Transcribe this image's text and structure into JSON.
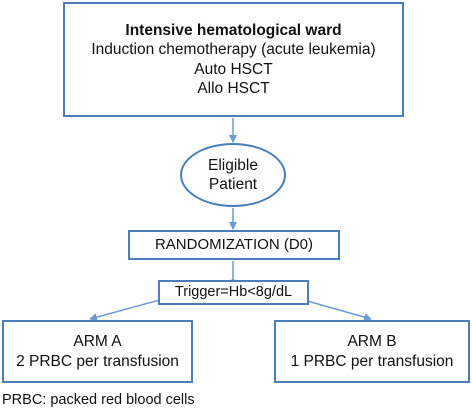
{
  "diagram": {
    "ward_box": {
      "title": "Intensive hematological ward",
      "lines": [
        "Induction chemotherapy (acute leukemia)",
        "Auto HSCT",
        "Allo HSCT"
      ]
    },
    "patient": {
      "lines": [
        "Eligible",
        "Patient"
      ]
    },
    "randomization": {
      "label": "RANDOMIZATION (D0)"
    },
    "trigger": {
      "label": "Trigger=Hb<8g/dL"
    },
    "arm_a": {
      "lines": [
        "ARM A",
        "2 PRBC per transfusion"
      ]
    },
    "arm_b": {
      "lines": [
        "ARM B",
        "1 PRBC per transfusion"
      ]
    },
    "footnote": "PRBC: packed red blood cells",
    "colors": {
      "border": "#4a7ebb",
      "connector": "#6b9bd1",
      "text": "#111111"
    }
  }
}
